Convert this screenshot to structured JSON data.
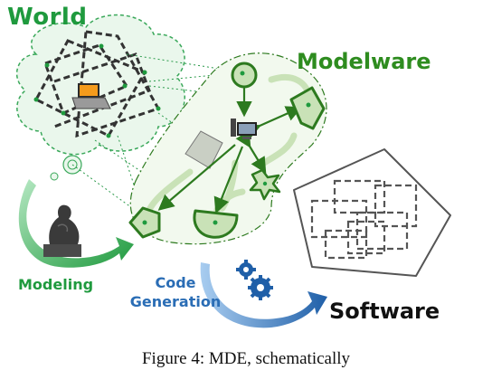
{
  "labels": {
    "world": "World",
    "modelware": "Modelware",
    "software": "Software",
    "modeling": "Modeling",
    "code_generation_line1": "Code",
    "code_generation_line2": "Generation"
  },
  "caption": "Figure 4: MDE, schematically",
  "colors": {
    "world_green": "#1f9a3e",
    "model_green": "#2d7a1f",
    "code_blue": "#2a6db5",
    "software_black": "#111111"
  },
  "icons": [
    "cloud-icon",
    "laptop-icon",
    "computer-icon",
    "thinker-statue-icon",
    "gears-icon"
  ]
}
